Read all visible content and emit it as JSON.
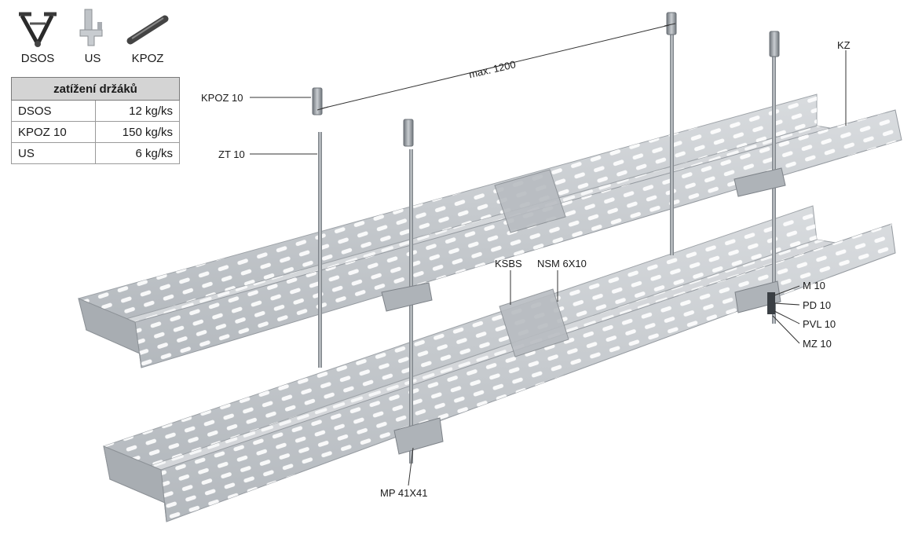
{
  "icons": [
    {
      "label": "DSOS",
      "icon": "dsos-bracket-icon"
    },
    {
      "label": "US",
      "icon": "us-clamp-icon"
    },
    {
      "label": "KPOZ",
      "icon": "kpoz-rod-icon"
    }
  ],
  "load_table": {
    "title": "zatížení držáků",
    "rows": [
      {
        "name": "DSOS",
        "value": "12 kg/ks"
      },
      {
        "name": "KPOZ 10",
        "value": "150 kg/ks"
      },
      {
        "name": "US",
        "value": "6 kg/ks"
      }
    ]
  },
  "labels": {
    "kpoz10": "KPOZ 10",
    "zt10": "ZT 10",
    "max_dim": "max. 1200",
    "kz": "KZ",
    "ksbs": "KSBS",
    "nsm": "NSM 6X10",
    "m10": "M 10",
    "pd10": "PD 10",
    "pvl10": "PVL 10",
    "mz10": "MZ 10",
    "mp": "MP 41X41"
  },
  "colors": {
    "tray": "#c9cccf",
    "tray_dark": "#9ea3a8",
    "rod": "#8d9399"
  }
}
